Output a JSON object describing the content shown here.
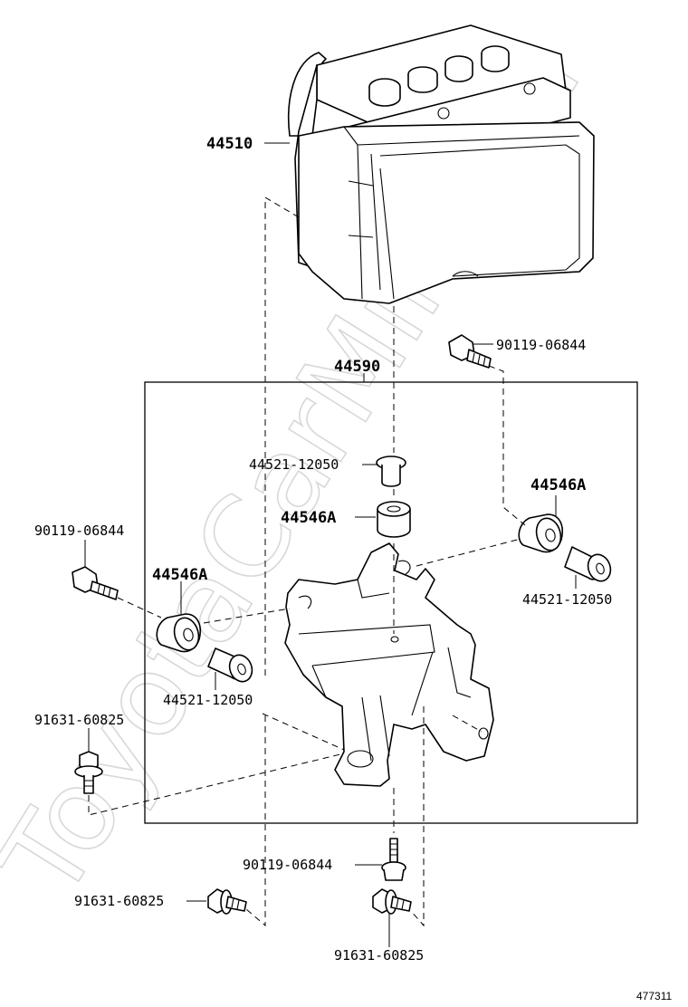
{
  "watermark": "ToyotaCarMine.ru",
  "diagram_number": "477311",
  "labels": {
    "actuator": "44510",
    "bracket_assy": "44590",
    "bolt_top_right": "90119-06844",
    "collar_center": "44521-12050",
    "cushion_center": "44546A",
    "cushion_right": "44546A",
    "collar_right": "44521-12050",
    "bolt_left": "90119-06844",
    "cushion_left": "44546A",
    "collar_left": "44521-12050",
    "bolt_flange_left": "91631-60825",
    "bolt_bottom_center": "90119-06844",
    "bolt_flange_bottom_left": "91631-60825",
    "bolt_flange_bottom_center": "91631-60825"
  }
}
